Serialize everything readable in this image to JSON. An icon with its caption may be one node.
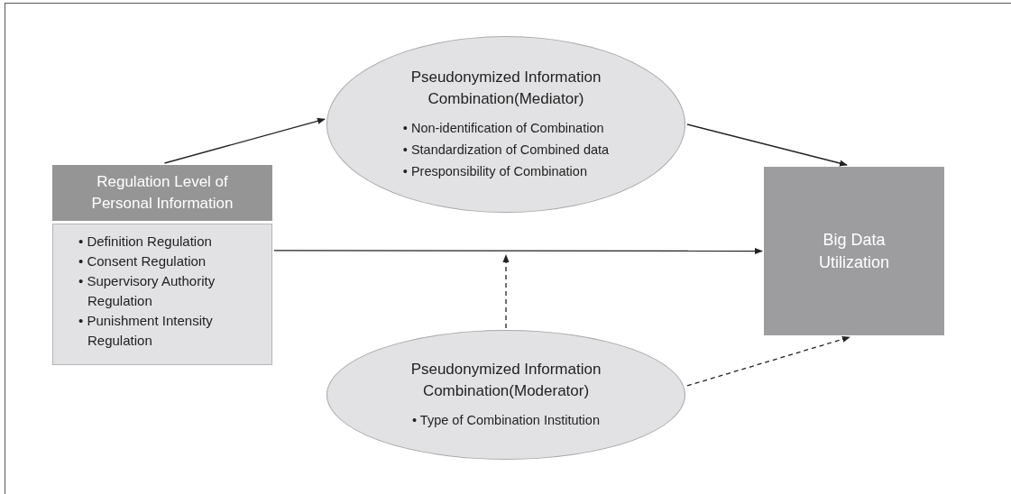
{
  "diagram": {
    "nodes": [
      {
        "text": [
          "Regulation Level of Personal Information"
        ]
      },
      {
        "text": [
          "• Definition Regulation",
          "• Consent Regulation",
          "• Supervisory Authority Regulation",
          "• Punishment Intensity Regulation"
        ]
      },
      {
        "text": [
          "Pseudonymized Information Combination(Mediator)",
          "• Non-identification of Combination",
          "• Standardization of Combined data",
          "• Presponsibility of Combination"
        ]
      },
      {
        "text": [
          "Big Data Utilization"
        ]
      },
      {
        "text": [
          "Pseudonymized Information Combination(Moderator)",
          "• Type of Combination Institution"
        ]
      }
    ],
    "edges": [
      {
        "from": 0,
        "to": 2,
        "arrow": "to"
      },
      {
        "from": 2,
        "to": 3,
        "arrow": "to"
      },
      {
        "from": 1,
        "to": 3,
        "arrow": "to"
      },
      {
        "from": 4,
        "to": null,
        "arrow": "to",
        "style": "dashed"
      },
      {
        "from": 4,
        "to": 3,
        "arrow": "to",
        "style": "dashed"
      }
    ]
  }
}
